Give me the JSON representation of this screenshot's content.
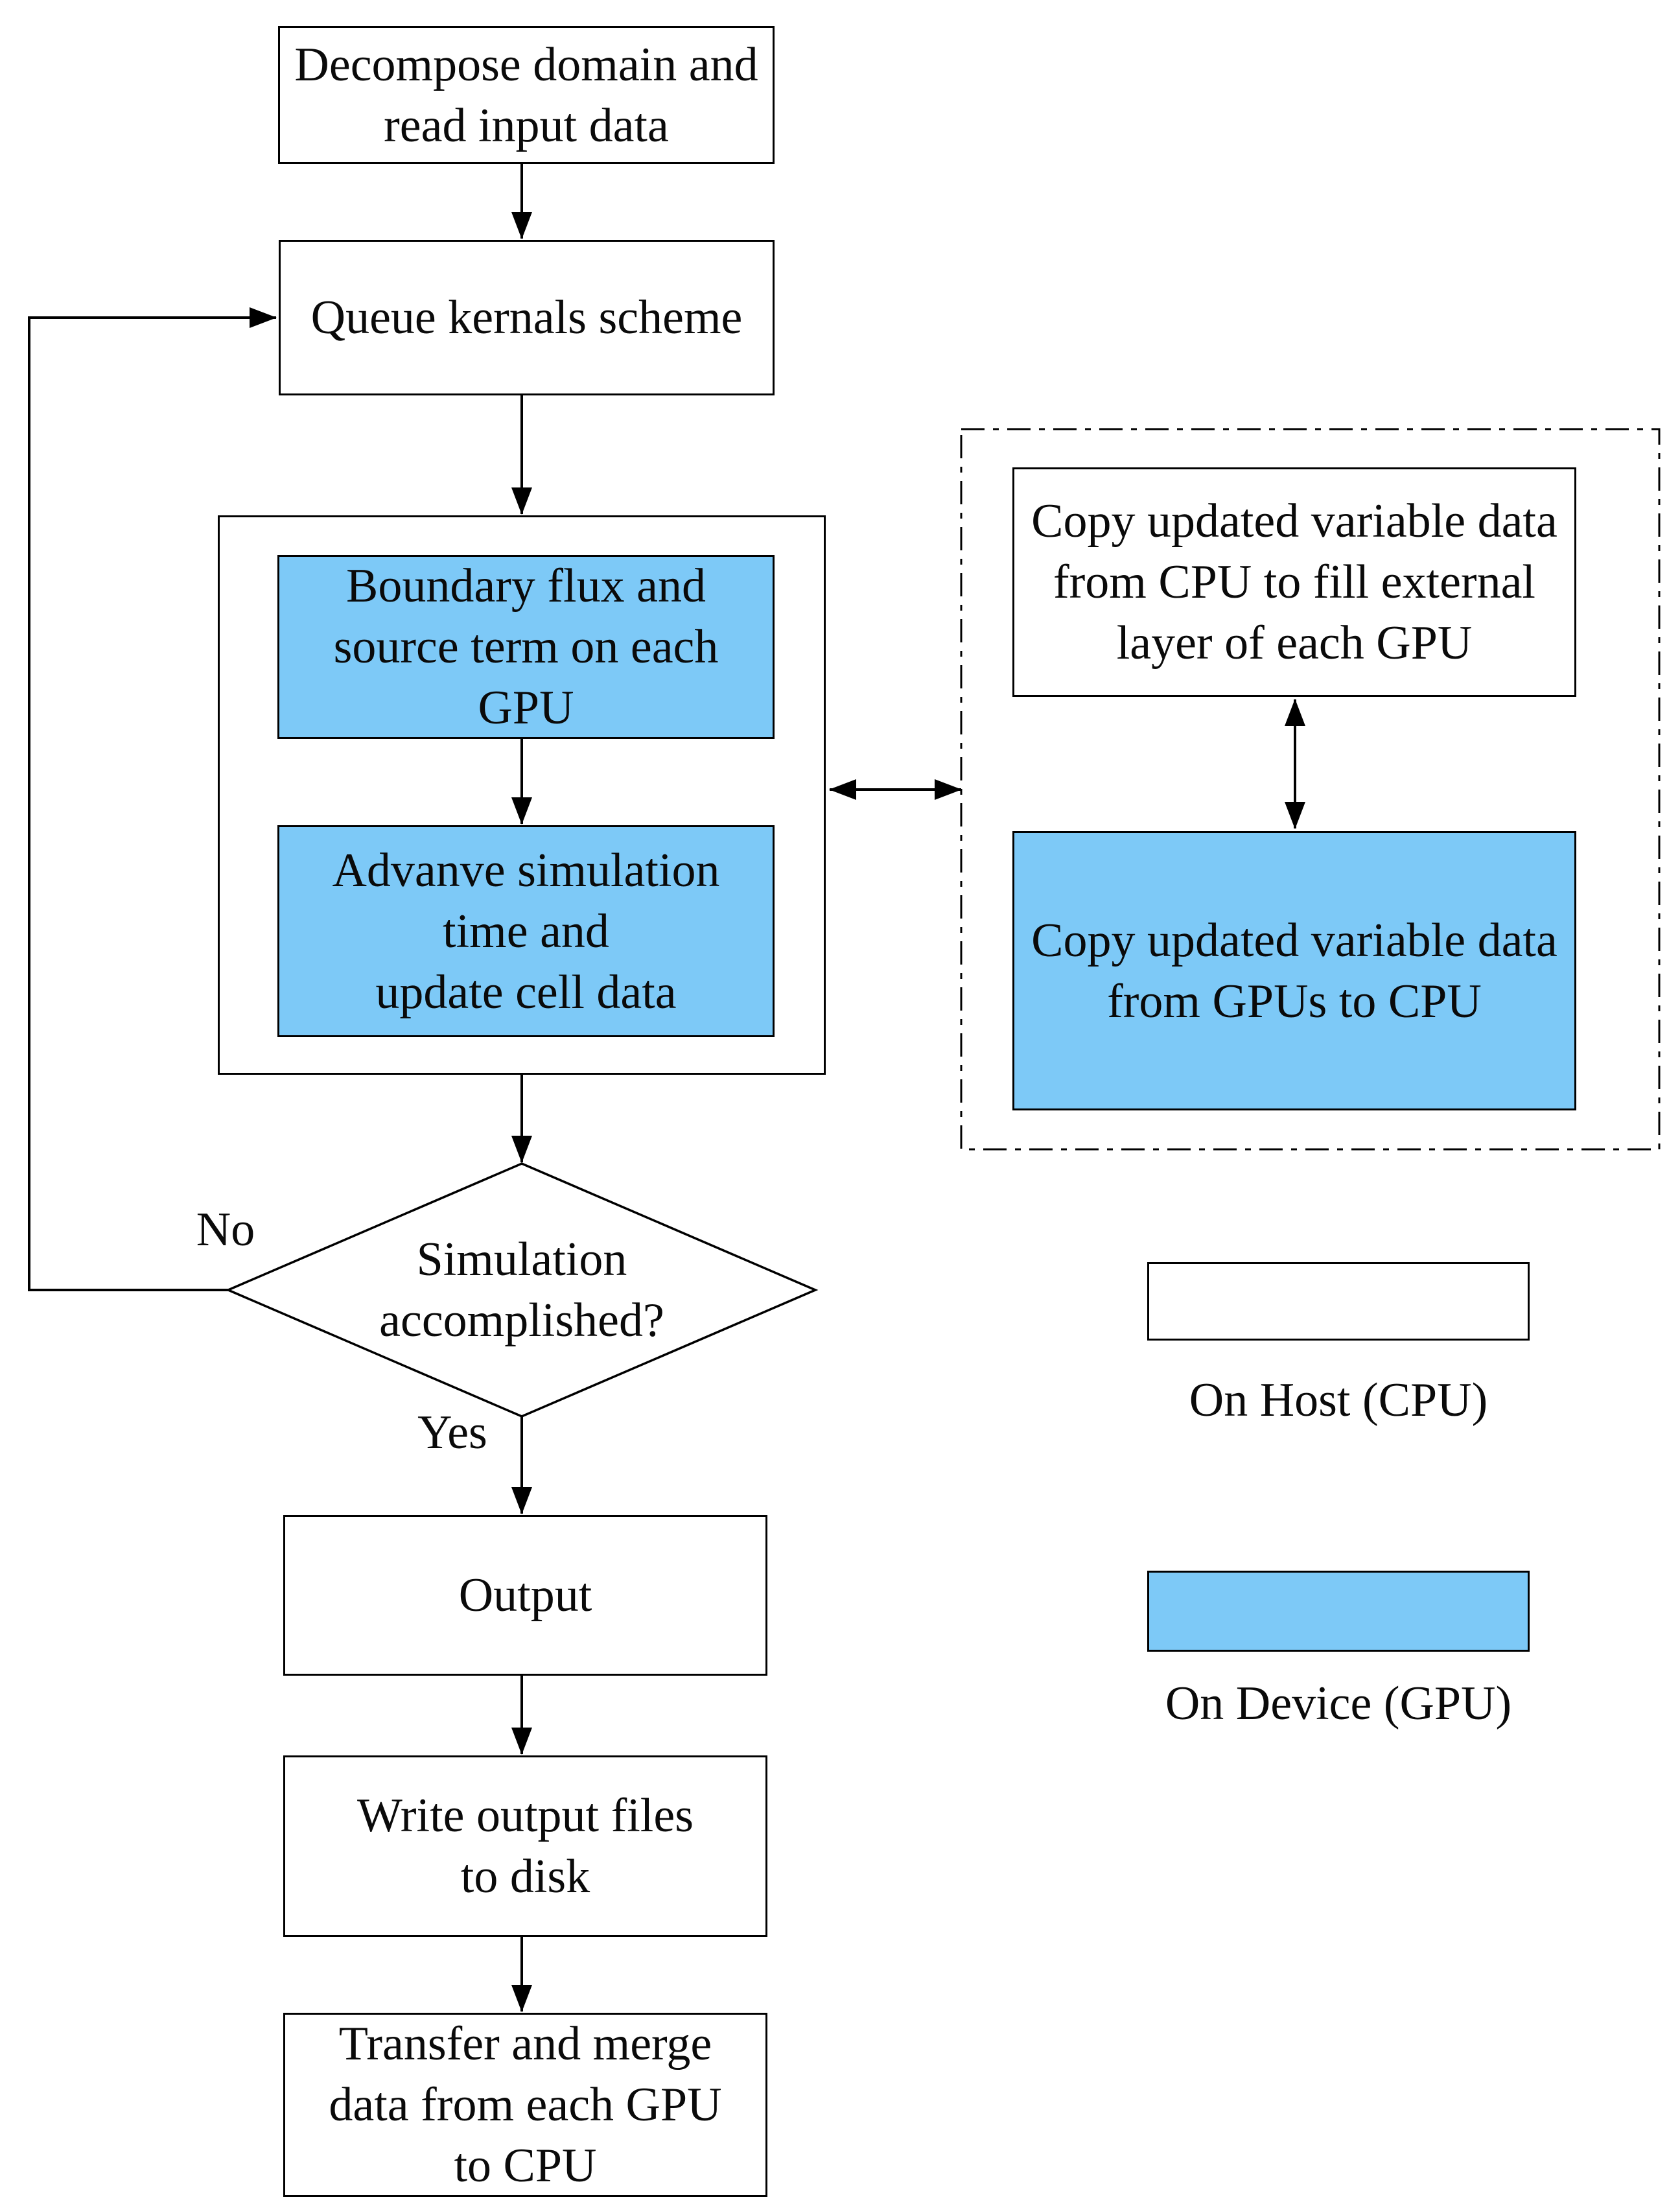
{
  "figure": {
    "type": "flowchart",
    "description": "GPU/CPU simulation workflow diagram"
  },
  "colors": {
    "device_fill": "#7dc9f7",
    "host_fill": "#ffffff",
    "line": "#000000"
  },
  "nodes": {
    "decompose": {
      "text": "Decompose domain and\nread input data",
      "kind": "host"
    },
    "queue": {
      "text": "Queue kernals scheme",
      "kind": "host"
    },
    "boundary": {
      "text": "Boundary flux and\nsource term on each\nGPU",
      "kind": "device"
    },
    "advance": {
      "text": "Advanve simulation\ntime and\nupdate cell data",
      "kind": "device"
    },
    "copy_cpu_to_gpu": {
      "text": "Copy updated variable data\nfrom CPU to fill external\nlayer of each GPU",
      "kind": "host"
    },
    "copy_gpu_to_cpu": {
      "text": "Copy updated variable data\nfrom GPUs to CPU",
      "kind": "device"
    },
    "decision": {
      "text": "Simulation\naccomplished?",
      "kind": "host"
    },
    "output": {
      "text": "Output",
      "kind": "host"
    },
    "write": {
      "text": "Write output files\nto disk",
      "kind": "host"
    },
    "transfer": {
      "text": "Transfer and merge\ndata from each GPU\nto CPU",
      "kind": "host"
    }
  },
  "edge_labels": {
    "no": "No",
    "yes": "Yes"
  },
  "legend": {
    "host_label": "On Host (CPU)",
    "device_label": "On Device (GPU)"
  }
}
